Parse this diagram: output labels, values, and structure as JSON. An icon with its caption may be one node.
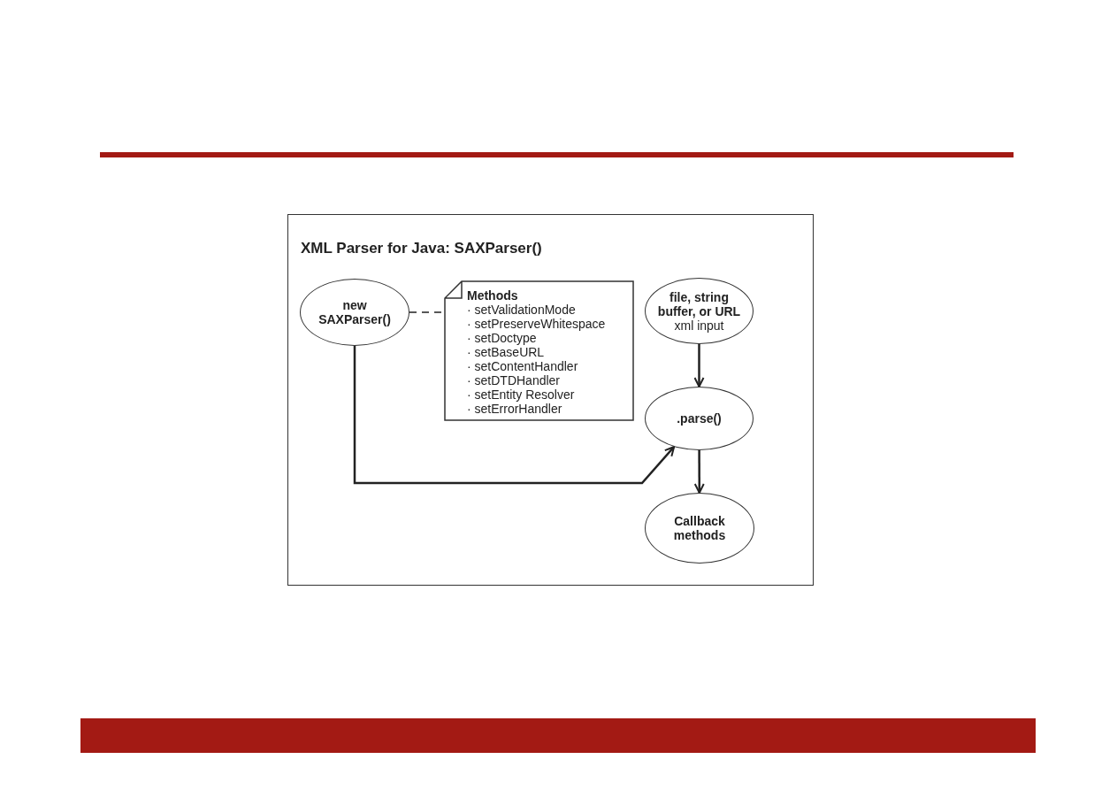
{
  "diagram": {
    "nodes": [
      {
        "text": [
          "XML Parser for Java: SAXParser()"
        ]
      },
      {
        "text": [
          "new SAXParser()"
        ],
        "in": 0
      },
      {
        "text": [
          "Methods",
          "· setValidationMode",
          "· setPreserveWhitespace",
          "· setDoctype",
          "· setBaseURL",
          "· setContentHandler",
          "· setDTDHandler",
          "· setEntity Resolver",
          "· setErrorHandler"
        ],
        "in": 0
      },
      {
        "text": [
          "file, string buffer, or URL",
          "xml input"
        ],
        "in": 0
      },
      {
        "text": [
          ".parse()"
        ],
        "in": 0
      },
      {
        "text": [
          "Callback methods"
        ],
        "in": 0
      }
    ],
    "edges": [
      {
        "from": 1,
        "to": 2,
        "arrow": "none",
        "style": "dashed"
      },
      {
        "from": 3,
        "to": 4,
        "arrow": "to"
      },
      {
        "from": 1,
        "to": 4,
        "arrow": "to"
      },
      {
        "from": 4,
        "to": 5,
        "arrow": "to"
      }
    ]
  }
}
